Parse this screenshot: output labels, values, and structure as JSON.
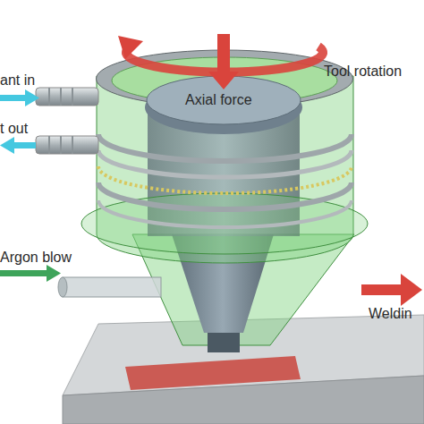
{
  "diagram": {
    "labels": [
      "Tool rotation",
      "Axial force",
      "ant in",
      "t out",
      "Argon blow",
      "Weldin"
    ]
  }
}
